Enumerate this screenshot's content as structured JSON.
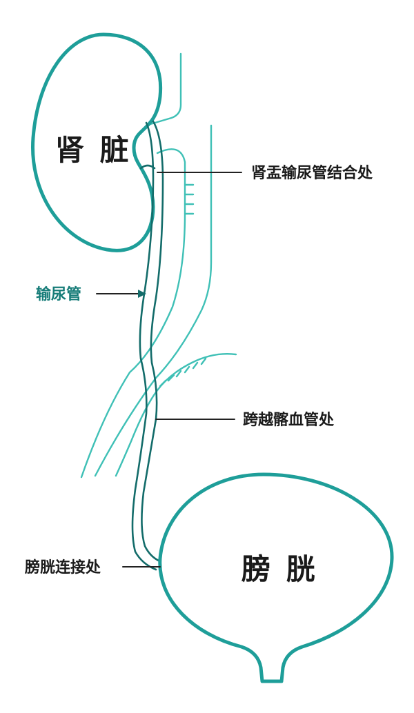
{
  "labels": {
    "kidney": "肾 脏",
    "bladder": "膀 胱",
    "ureter": "输尿管",
    "upj": "肾盂输尿管结合处",
    "iliac_crossing": "跨越髂血管处",
    "uvj": "膀胱连接处"
  },
  "colors": {
    "organ_outline": "#1e9e99",
    "ureter": "#136c6a",
    "vessel": "#3fc0b6",
    "ureter_label": "#167c78",
    "leader": "#222222",
    "text": "#1a1a1a",
    "background": "#ffffff"
  }
}
